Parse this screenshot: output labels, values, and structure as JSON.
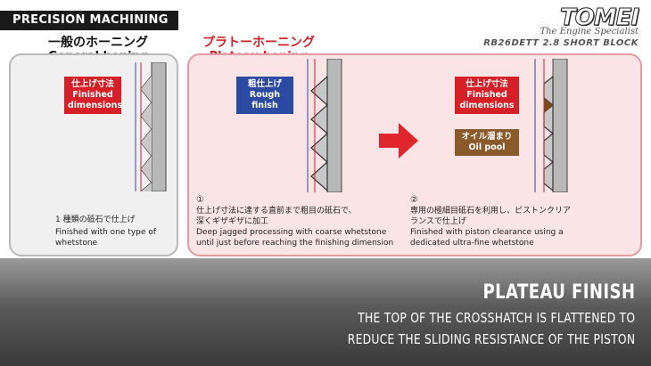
{
  "section_tag": "PRECISION MACHINING",
  "brand": {
    "logo": "TOMEI",
    "tagline": "The Engine Specialist",
    "model": "RB26DETT 2.8 SHORT BLOCK"
  },
  "general": {
    "title_jp": "一般のホーニング",
    "title_en": "General honing",
    "label_jp": "仕上げ寸法",
    "label_en_1": "Finished",
    "label_en_2": "dimensions",
    "desc_jp": "1 種類の砥石で仕上げ",
    "desc_en_1": "Finished with one type of",
    "desc_en_2": "whetstone"
  },
  "plateau": {
    "title_jp": "プラトーホーニング",
    "title_en": "Plateau honing",
    "step1": {
      "label_jp": "粗仕上げ",
      "label_en": "Rough finish",
      "num": "①",
      "desc_jp_1": "仕上げ寸法に達する直前まで粗目の砥石で、",
      "desc_jp_2": "深くギザギザに加工",
      "desc_en_1": "Deep jagged processing with coarse whetstone",
      "desc_en_2": "until just before reaching the finishing dimension"
    },
    "step2": {
      "label_jp": "仕上げ寸法",
      "label_en_1": "Finished",
      "label_en_2": "dimensions",
      "oil_jp": "オイル溜まり",
      "oil_en": "Oil pool",
      "num": "②",
      "desc_jp_1": "専用の極細目砥石を利用し、ピストンクリア",
      "desc_jp_2": "ランスで仕上げ",
      "desc_en_1": "Finished with piston clearance using a",
      "desc_en_2": "dedicated ultra-fine whetstone"
    }
  },
  "footer": {
    "headline": "PLATEAU FINISH",
    "line1": "THE TOP OF THE CROSSHATCH IS FLATTENED TO",
    "line2": "REDUCE THE SLIDING RESISTANCE OF THE PISTON"
  },
  "colors": {
    "red": "#d62027",
    "blue": "#2d4aa3",
    "brown": "#8a5a2a",
    "pink_panel": "#fbe4e6",
    "grey_panel": "#f0f0f0"
  }
}
